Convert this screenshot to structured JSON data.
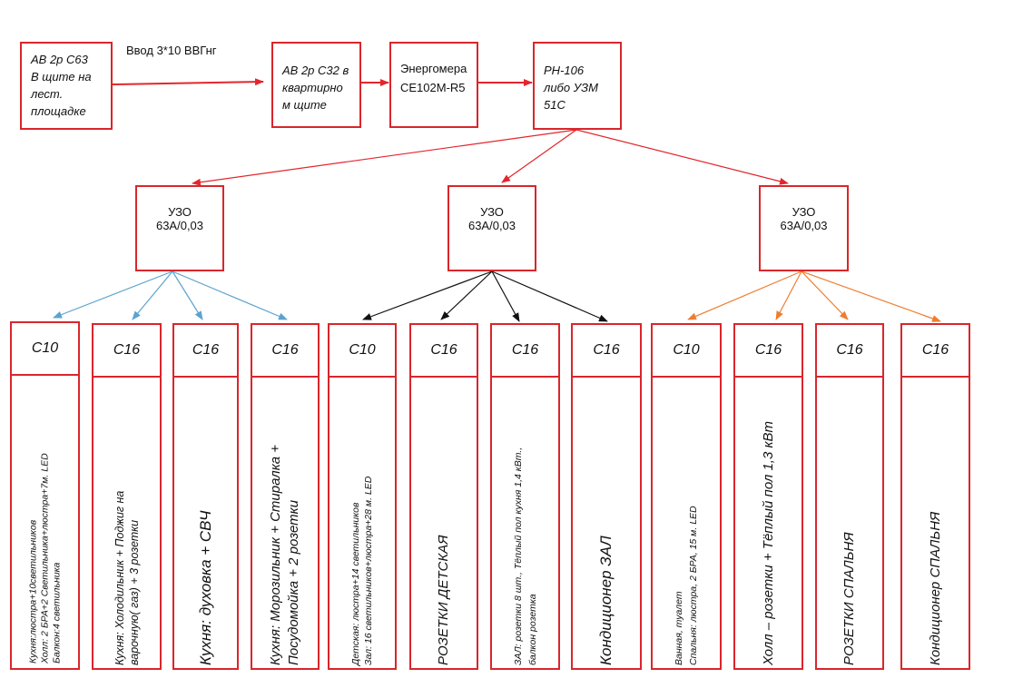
{
  "input_breaker": {
    "lines": [
      "АВ 2р С63",
      "В щите на",
      "лест.",
      "площадке"
    ]
  },
  "input_label": "Ввод 3*10 ВВГнг",
  "apartment_breaker": {
    "lines": [
      "АВ 2р С32 в",
      "квартирно",
      "м щите"
    ]
  },
  "meter": {
    "lines": [
      "Энергомера",
      "CE102M-R5"
    ]
  },
  "voltage_relay": {
    "lines": [
      "РН-106",
      "либо УЗМ",
      "51С"
    ]
  },
  "rcds": [
    {
      "lines": [
        "УЗО",
        "63А/0,03"
      ]
    },
    {
      "lines": [
        "УЗО",
        "63А/0,03"
      ]
    },
    {
      "lines": [
        "УЗО",
        "63А/0,03"
      ]
    }
  ],
  "colors": {
    "box_border": "#d9262b",
    "main_line": "#e3262c",
    "group1_line": "#5ba3cf",
    "group2_line": "#111111",
    "group3_line": "#ee7d31"
  },
  "circuits": [
    {
      "breaker": "С10",
      "lines": [
        "Кухня:люстра+10светильников",
        "Холл: 2 БРА+2 Светильника+люстра+7м. LED",
        "Балкон:4 светильника"
      ]
    },
    {
      "breaker": "С16",
      "lines": [
        "Кухня: Холодильник  + Поджиг на",
        "варочную( газ) + 3 розетки"
      ]
    },
    {
      "breaker": "С16",
      "lines": [
        "Кухня: духовка + СВЧ"
      ]
    },
    {
      "breaker": "С16",
      "lines": [
        "Кухня: Морозильник + Стиралка +",
        "Посудомойка + 2 розетки"
      ]
    },
    {
      "breaker": "С10",
      "lines": [
        "Детская: люстра+14 светильников",
        "Зал: 16 светильников+люстра+28 м. LED"
      ]
    },
    {
      "breaker": "С16",
      "lines": [
        "РОЗЕТКИ ДЕТСКАЯ"
      ]
    },
    {
      "breaker": "С16",
      "lines": [
        "ЗАЛ: розетки 8 шт., Тёплый пол кухня 1,4 кВт.,",
        "балкон розетка"
      ]
    },
    {
      "breaker": "С16",
      "lines": [
        "Кондиционер ЗАЛ"
      ]
    },
    {
      "breaker": "С10",
      "lines": [
        "Ванная, туалет",
        "Спальня: люстра, 2 БРА, 15 м. LED"
      ]
    },
    {
      "breaker": "С16",
      "lines": [
        "Холл – розетки + Тёплый пол 1,3 кВт"
      ]
    },
    {
      "breaker": "С16",
      "lines": [
        "РОЗЕТКИ СПАЛЬНЯ"
      ]
    },
    {
      "breaker": "С16",
      "lines": [
        "Кондиционер СПАЛЬНЯ"
      ]
    }
  ]
}
